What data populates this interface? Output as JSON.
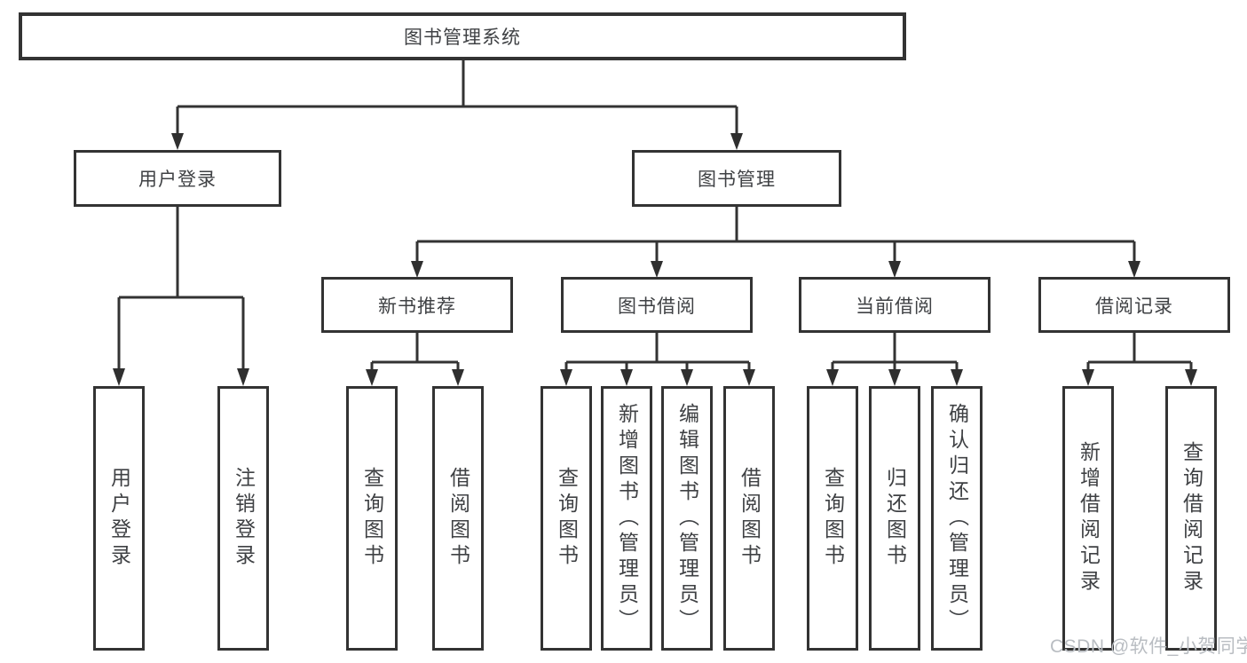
{
  "diagram": {
    "title_node": "图书管理系统",
    "level2": {
      "user_login": "用户登录",
      "book_management": "图书管理"
    },
    "level3": {
      "new_book_recommend": "新书推荐",
      "book_borrow": "图书借阅",
      "current_borrow": "当前借阅",
      "borrow_records": "借阅记录"
    },
    "leaves": {
      "user_login_leaf": "用户登录",
      "logout_leaf": "注销登录",
      "query_books_1": "查询图书",
      "borrow_books_1": "借阅图书",
      "query_books_2": "查询图书",
      "add_books_admin": "新增图书（管理员）",
      "edit_books_admin": "编辑图书（管理员）",
      "borrow_books_2": "借阅图书",
      "query_books_3": "查询图书",
      "return_books": "归还图书",
      "confirm_return_admin": "确认归还（管理员）",
      "add_borrow_record": "新增借阅记录",
      "query_borrow_record": "查询借阅记录"
    },
    "watermark": "CSDN @软件_小贺同学",
    "colors": {
      "line": "#333333",
      "text": "#3f4144",
      "background": "#ffffff",
      "watermark": "#b9bdc2"
    }
  }
}
